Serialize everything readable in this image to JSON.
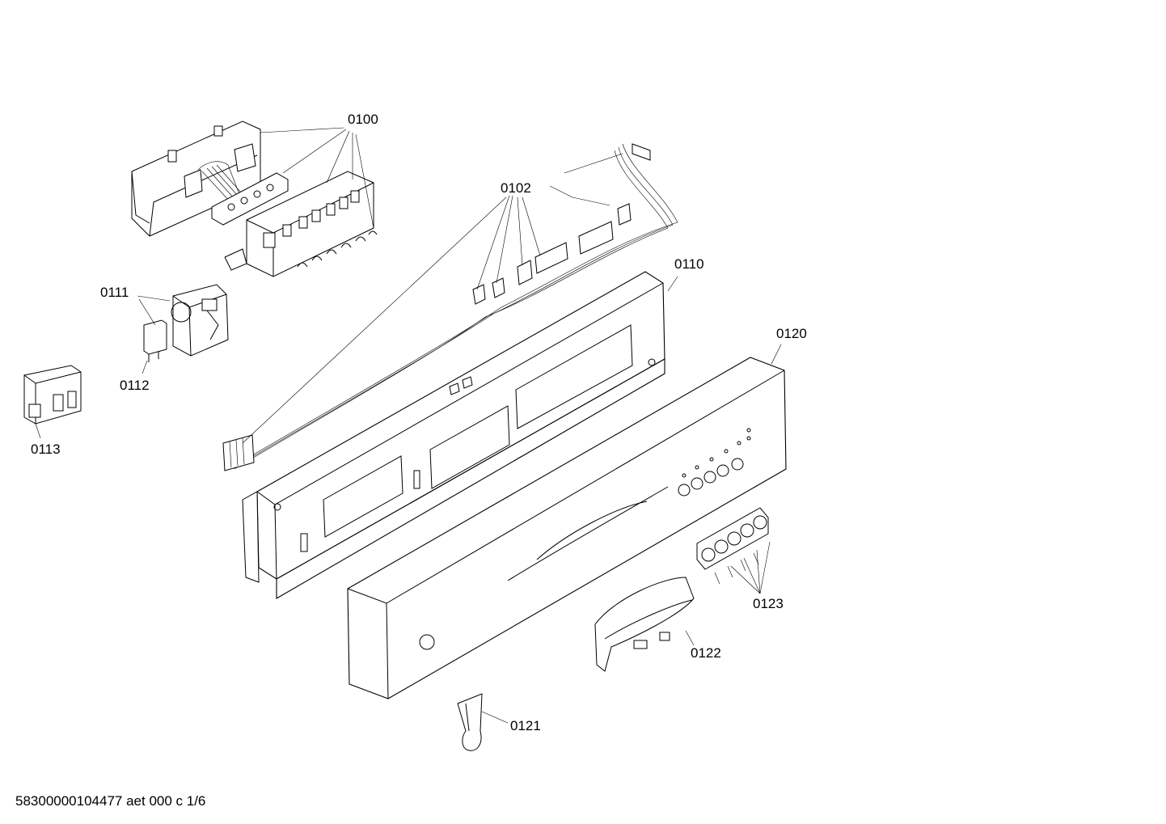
{
  "footer": {
    "text": "58300000104477 aet 000 c 1/6"
  },
  "callouts": [
    {
      "id": "0100",
      "label": "0100"
    },
    {
      "id": "0102",
      "label": "0102"
    },
    {
      "id": "0110",
      "label": "0110"
    },
    {
      "id": "0111",
      "label": "0111"
    },
    {
      "id": "0112",
      "label": "0112"
    },
    {
      "id": "0113",
      "label": "0113"
    },
    {
      "id": "0120",
      "label": "0120"
    },
    {
      "id": "0121",
      "label": "0121"
    },
    {
      "id": "0122",
      "label": "0122"
    },
    {
      "id": "0123",
      "label": "0123"
    }
  ]
}
